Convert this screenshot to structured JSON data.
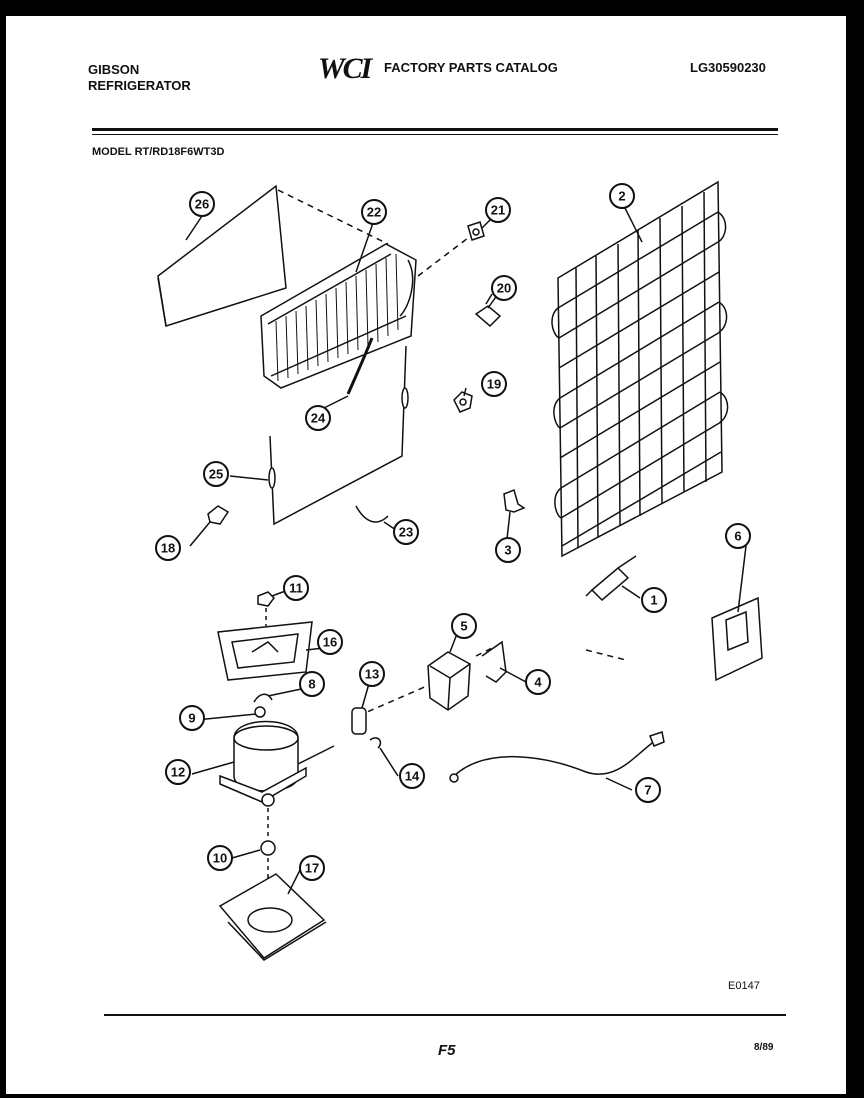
{
  "header": {
    "brand_line1": "GIBSON",
    "brand_line2": "REFRIGERATOR",
    "logo": "WCI",
    "catalog_title": "FACTORY PARTS CATALOG",
    "catalog_number": "LG30590230"
  },
  "model_label": "MODEL RT/RD18F6WT3D",
  "parts": [
    {
      "id": "26"
    },
    {
      "id": "22"
    },
    {
      "id": "21"
    },
    {
      "id": "2"
    },
    {
      "id": "20"
    },
    {
      "id": "19"
    },
    {
      "id": "24"
    },
    {
      "id": "25"
    },
    {
      "id": "18"
    },
    {
      "id": "23"
    },
    {
      "id": "3"
    },
    {
      "id": "1"
    },
    {
      "id": "6"
    },
    {
      "id": "11"
    },
    {
      "id": "16"
    },
    {
      "id": "5"
    },
    {
      "id": "13"
    },
    {
      "id": "8"
    },
    {
      "id": "4"
    },
    {
      "id": "9"
    },
    {
      "id": "12"
    },
    {
      "id": "14"
    },
    {
      "id": "7"
    },
    {
      "id": "10"
    },
    {
      "id": "17"
    }
  ],
  "footer": {
    "drawing_code": "E0147",
    "page_label": "F5",
    "date": "8/89"
  }
}
